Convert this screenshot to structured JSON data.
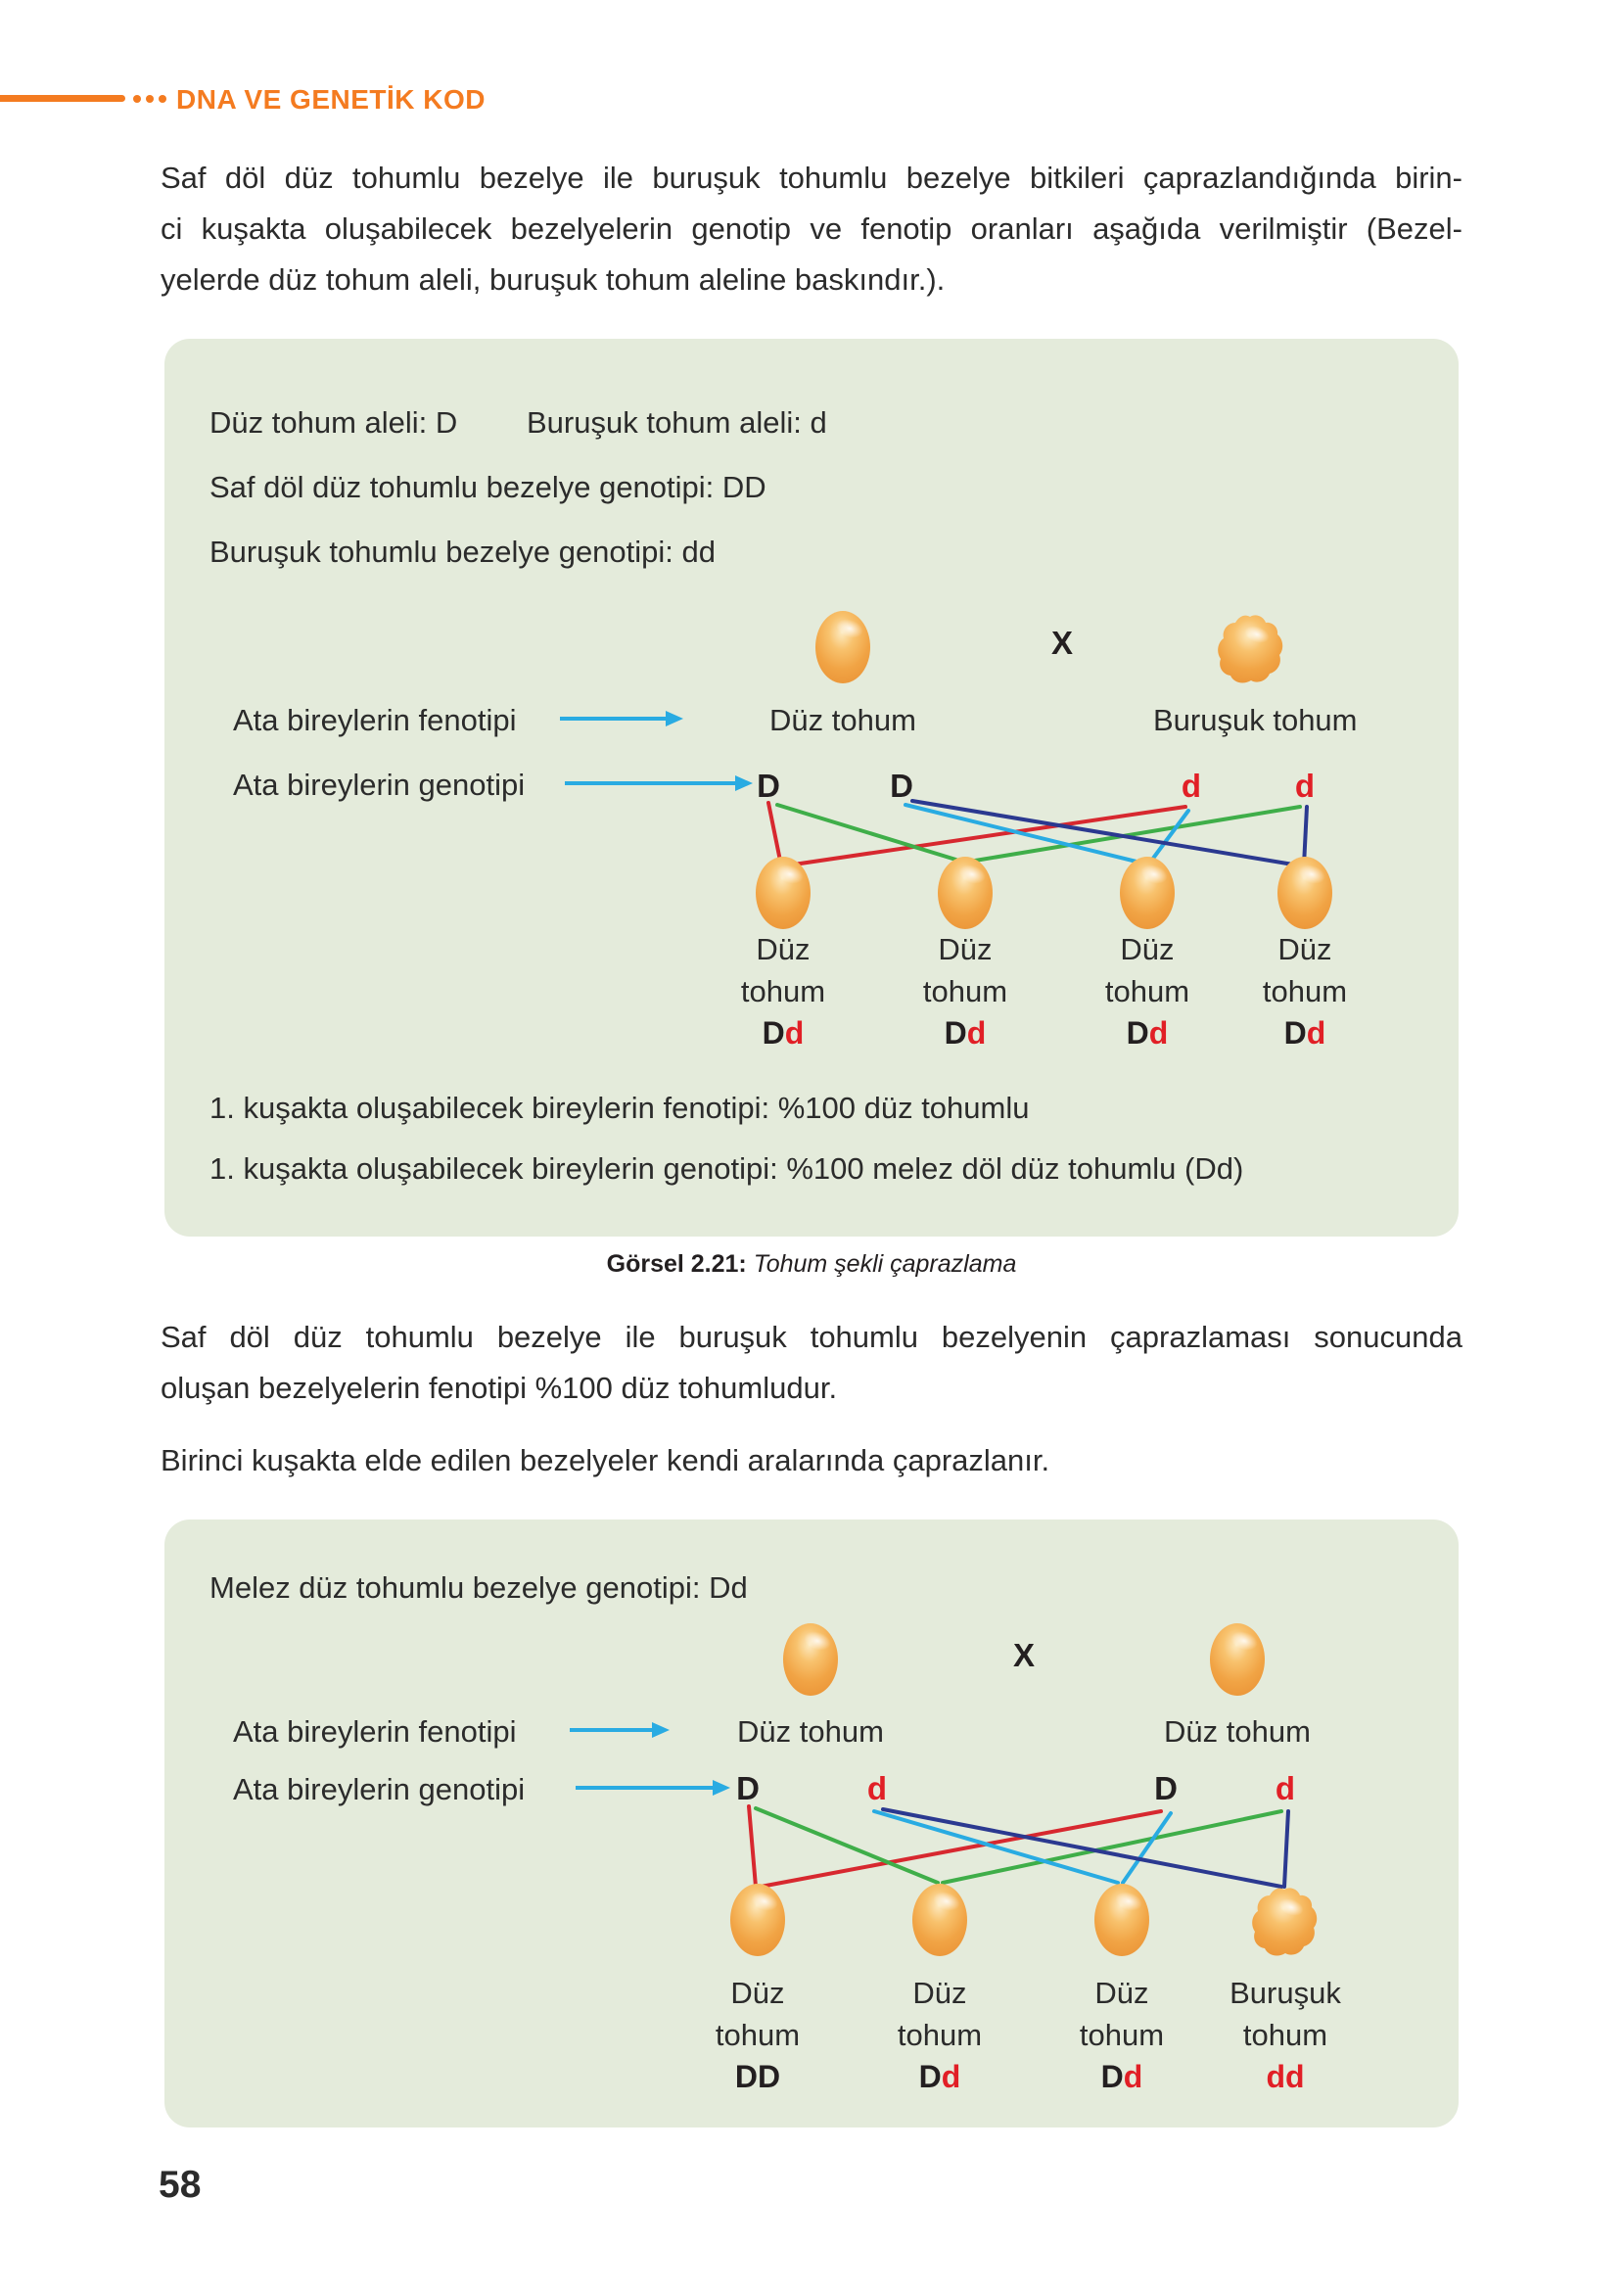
{
  "palette": {
    "accent_orange": "#f47b20",
    "box_green": "#e4ebdb",
    "arrow_blue": "#29abe2",
    "line_red": "#d7282f",
    "line_green": "#3fae49",
    "line_cyan": "#29abe2",
    "line_navy": "#2b3990",
    "allele_red": "#e11f26",
    "text_dark": "#2b2b2b",
    "pea_orange": "#f1a445"
  },
  "header": {
    "title": "DNA VE GENETİK KOD"
  },
  "intro": {
    "lines": [
      "Saf döl düz tohumlu bezelye ile buruşuk tohumlu bezelye bitkileri çaprazlandığında birin-",
      "ci kuşakta oluşabilecek bezelyelerin genotip ve fenotip oranları aşağıda verilmiştir (Bezel-",
      "yelerde düz tohum aleli, buruşuk tohum aleline baskındır.)."
    ]
  },
  "box1": {
    "allele_line_part1": "Düz tohum aleli: D",
    "allele_line_part2": "Buruşuk tohum aleli: d",
    "genotype_line1": "Saf döl düz tohumlu bezelye genotipi: DD",
    "genotype_line2": "Buruşuk tohumlu bezelye genotipi: dd",
    "cross_symbol": "X",
    "phenotype_row_label": "Ata bireylerin fenotipi",
    "genotype_row_label": "Ata bireylerin genotipi",
    "parent1_phenotype": "Düz tohum",
    "parent2_phenotype": "Buruşuk tohum",
    "parent_alleles": [
      "D",
      "D",
      "d",
      "d"
    ],
    "offspring": [
      {
        "line1": "Düz",
        "line2": "tohum",
        "a1": "D",
        "a2": "d"
      },
      {
        "line1": "Düz",
        "line2": "tohum",
        "a1": "D",
        "a2": "d"
      },
      {
        "line1": "Düz",
        "line2": "tohum",
        "a1": "D",
        "a2": "d"
      },
      {
        "line1": "Düz",
        "line2": "tohum",
        "a1": "D",
        "a2": "d"
      }
    ],
    "result_line1": "1. kuşakta oluşabilecek bireylerin fenotipi:  %100 düz tohumlu",
    "result_line2": "1. kuşakta oluşabilecek bireylerin genotipi: %100 melez döl düz tohumlu (Dd)"
  },
  "caption": {
    "bold": "Görsel 2.21:",
    "italic": " Tohum şekli çaprazlama"
  },
  "para2": {
    "lines": [
      "Saf döl düz tohumlu bezelye ile buruşuk tohumlu bezelyenin çaprazlaması sonucunda",
      "oluşan bezelyelerin fenotipi %100 düz tohumludur."
    ]
  },
  "para3": "Birinci kuşakta elde edilen bezelyeler kendi aralarında çaprazlanır.",
  "box2": {
    "genotype_line": "Melez düz tohumlu bezelye genotipi: Dd",
    "cross_symbol": "X",
    "phenotype_row_label": "Ata bireylerin fenotipi",
    "genotype_row_label": "Ata bireylerin genotipi",
    "parent1_phenotype": "Düz tohum",
    "parent2_phenotype": "Düz tohum",
    "parent_alleles": [
      "D",
      "d",
      "D",
      "d"
    ],
    "offspring": [
      {
        "line1": "Düz",
        "line2": "tohum",
        "a1": "D",
        "a2": "D"
      },
      {
        "line1": "Düz",
        "line2": "tohum",
        "a1": "D",
        "a2": "d"
      },
      {
        "line1": "Düz",
        "line2": "tohum",
        "a1": "D",
        "a2": "d"
      },
      {
        "line1": "Buruşuk",
        "line2": "tohum",
        "a1": "d",
        "a2": "d"
      }
    ]
  },
  "page_number": "58"
}
